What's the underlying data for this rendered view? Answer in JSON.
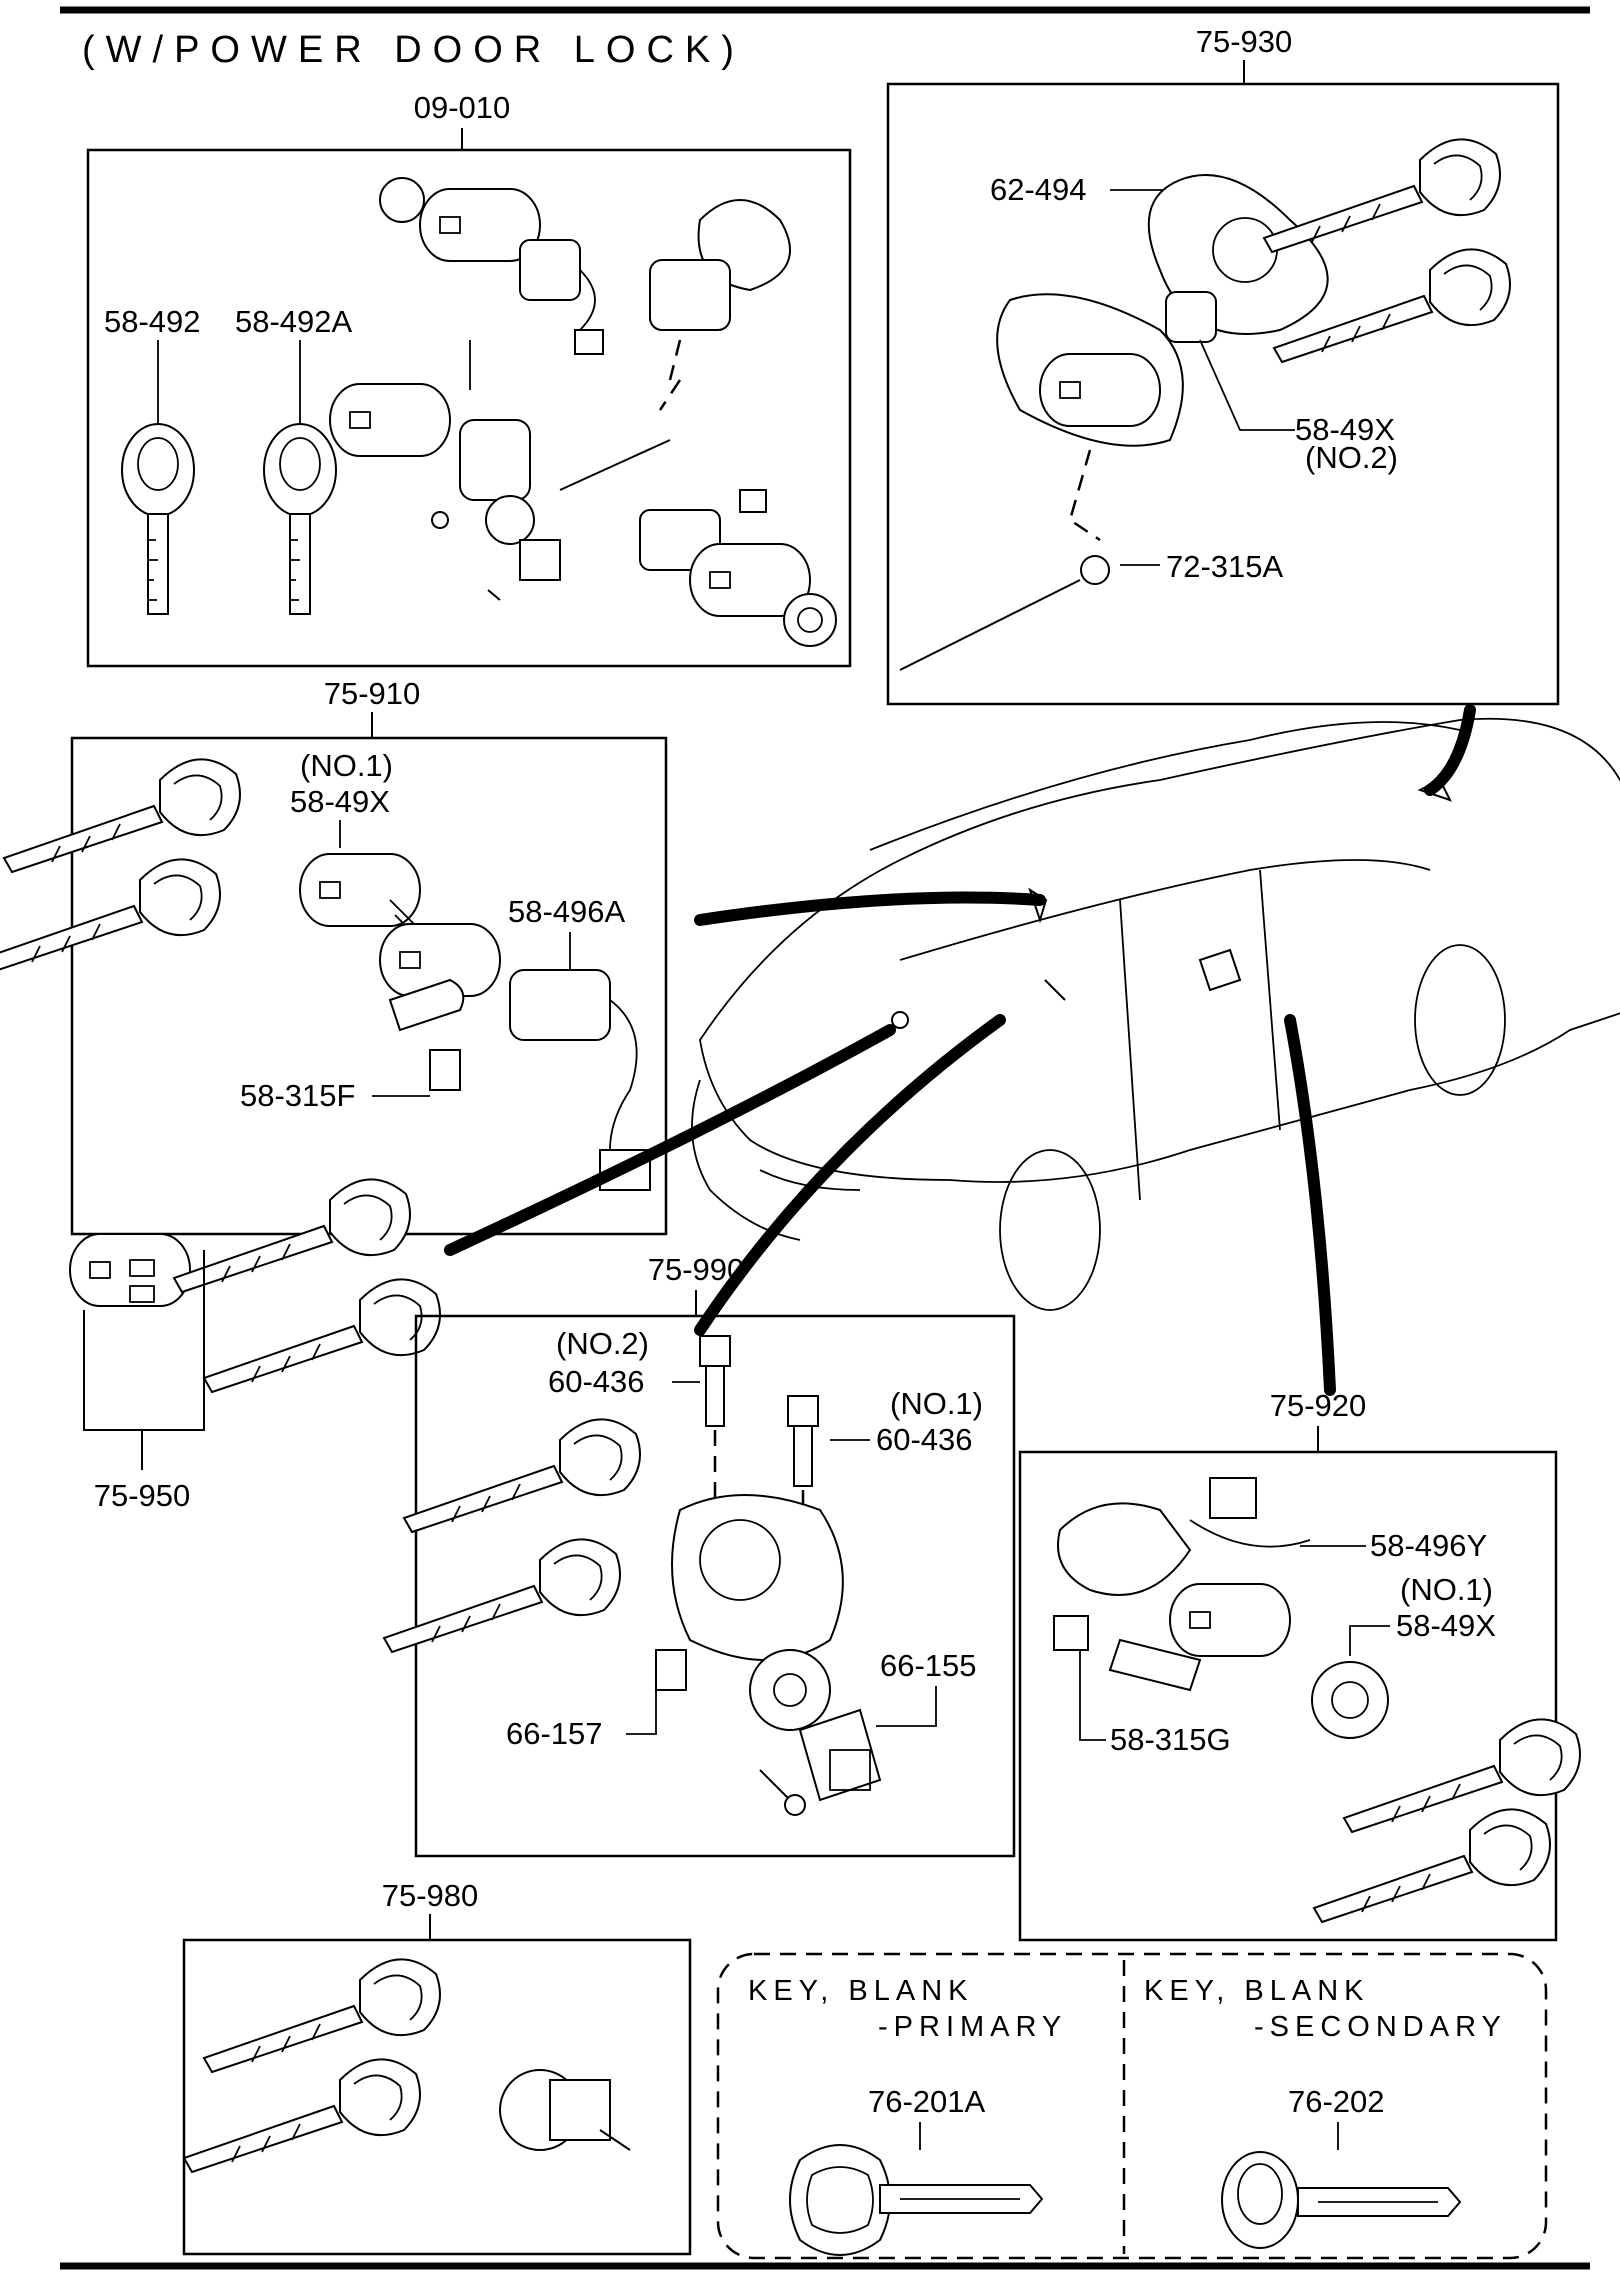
{
  "header": "(W/POWER DOOR LOCK)",
  "groups": {
    "g09010": {
      "code": "09-010",
      "parts": [
        "58-492",
        "58-492A"
      ]
    },
    "g75930": {
      "code": "75-930",
      "parts": [
        "62-494",
        "58-49X",
        "(NO.2)",
        "72-315A"
      ]
    },
    "g75910": {
      "code": "75-910",
      "parts": [
        "(NO.1)",
        "58-49X",
        "58-496A",
        "58-315F"
      ]
    },
    "g75950": {
      "code": "75-950"
    },
    "g75990": {
      "code": "75-990",
      "parts": [
        "(NO.2)",
        "60-436",
        "(NO.1)",
        "60-436",
        "66-155",
        "66-157"
      ]
    },
    "g75920": {
      "code": "75-920",
      "parts": [
        "58-496Y",
        "(NO.1)",
        "58-49X",
        "58-315G"
      ]
    },
    "g75980": {
      "code": "75-980"
    }
  },
  "keys": {
    "primary": {
      "line1": "KEY, BLANK",
      "line2": "-PRIMARY",
      "code": "76-201A"
    },
    "secondary": {
      "line1": "KEY, BLANK",
      "line2": "-SECONDARY",
      "code": "76-202"
    }
  }
}
